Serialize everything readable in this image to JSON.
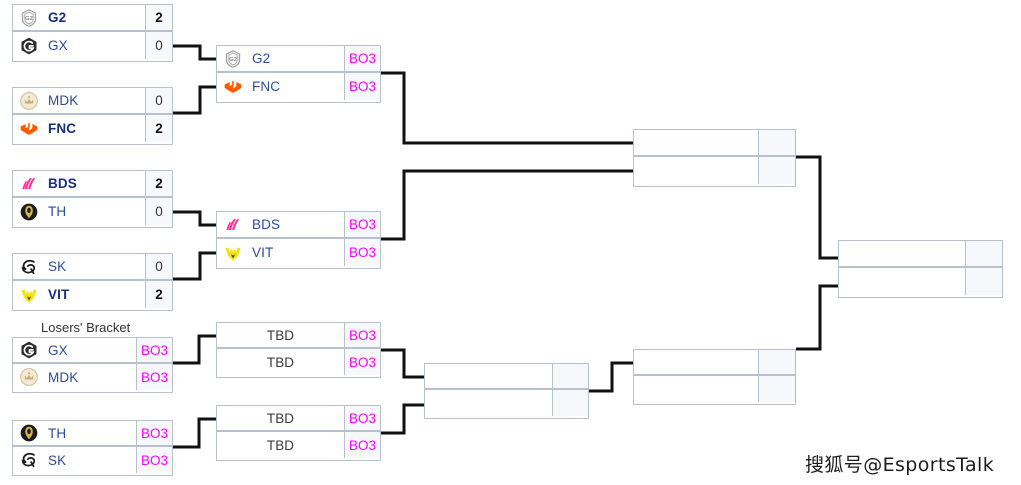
{
  "meta": {
    "accent_bo": "#ff00ff",
    "team_color": "#2b4b9b",
    "winner_color": "#16307e",
    "box_border": "#b7c1ce",
    "line_color": "#111111",
    "score_bg": "#f6f8fb"
  },
  "labels": {
    "losers_bracket": "Losers' Bracket"
  },
  "watermark": {
    "text": "搜狐号@EsportsTalk"
  },
  "upper_bracket": {
    "round1": [
      {
        "top": {
          "team": "G2",
          "logo": "g2-logo",
          "score": "2",
          "winner": true
        },
        "bottom": {
          "team": "GX",
          "logo": "gx-logo",
          "score": "0",
          "winner": false
        }
      },
      {
        "top": {
          "team": "MDK",
          "logo": "mdk-logo",
          "score": "0",
          "winner": false
        },
        "bottom": {
          "team": "FNC",
          "logo": "fnc-logo",
          "score": "2",
          "winner": true
        }
      },
      {
        "top": {
          "team": "BDS",
          "logo": "bds-logo",
          "score": "2",
          "winner": true
        },
        "bottom": {
          "team": "TH",
          "logo": "th-logo",
          "score": "0",
          "winner": false
        }
      },
      {
        "top": {
          "team": "SK",
          "logo": "sk-logo",
          "score": "0",
          "winner": false
        },
        "bottom": {
          "team": "VIT",
          "logo": "vit-logo",
          "score": "2",
          "winner": true
        }
      }
    ],
    "round2": [
      {
        "top": {
          "team": "G2",
          "logo": "g2-logo",
          "score": "BO3",
          "winner": false
        },
        "bottom": {
          "team": "FNC",
          "logo": "fnc-logo",
          "score": "BO3",
          "winner": false
        }
      },
      {
        "top": {
          "team": "BDS",
          "logo": "bds-logo",
          "score": "BO3",
          "winner": false
        },
        "bottom": {
          "team": "VIT",
          "logo": "vit-logo",
          "score": "BO3",
          "winner": false
        }
      }
    ],
    "round3": [
      {
        "top": {
          "team": "",
          "logo": "",
          "score": "",
          "winner": false
        },
        "bottom": {
          "team": "",
          "logo": "",
          "score": "",
          "winner": false
        }
      }
    ],
    "final": [
      {
        "top": {
          "team": "",
          "logo": "",
          "score": "",
          "winner": false
        },
        "bottom": {
          "team": "",
          "logo": "",
          "score": "",
          "winner": false
        }
      }
    ]
  },
  "lower_bracket": {
    "round1": [
      {
        "top": {
          "team": "GX",
          "logo": "gx-logo",
          "score": "BO3",
          "winner": false
        },
        "bottom": {
          "team": "MDK",
          "logo": "mdk-logo",
          "score": "BO3",
          "winner": false
        }
      },
      {
        "top": {
          "team": "TH",
          "logo": "th-logo",
          "score": "BO3",
          "winner": false
        },
        "bottom": {
          "team": "SK",
          "logo": "sk-logo",
          "score": "BO3",
          "winner": false
        }
      }
    ],
    "round2": [
      {
        "top": {
          "team": "TBD",
          "logo": "",
          "score": "BO3",
          "winner": false
        },
        "bottom": {
          "team": "TBD",
          "logo": "",
          "score": "BO3",
          "winner": false
        }
      },
      {
        "top": {
          "team": "TBD",
          "logo": "",
          "score": "BO3",
          "winner": false
        },
        "bottom": {
          "team": "TBD",
          "logo": "",
          "score": "BO3",
          "winner": false
        }
      }
    ],
    "round3": [
      {
        "top": {
          "team": "",
          "logo": "",
          "score": "",
          "winner": false
        },
        "bottom": {
          "team": "",
          "logo": "",
          "score": "",
          "winner": false
        }
      }
    ],
    "round4": [
      {
        "top": {
          "team": "",
          "logo": "",
          "score": "",
          "winner": false
        },
        "bottom": {
          "team": "",
          "logo": "",
          "score": "",
          "winner": false
        }
      }
    ]
  }
}
